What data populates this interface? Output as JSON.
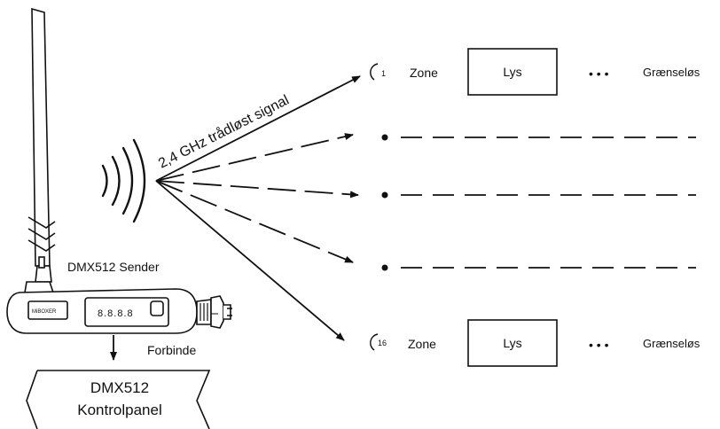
{
  "signal_label": "2,4 GHz trådløst signal",
  "sender_label": "DMX512 Sender",
  "connect_label": "Forbinde",
  "panel": {
    "line1": "DMX512",
    "line2": "Kontrolpanel"
  },
  "display_text": "8.8.8.8",
  "device_brand": "MiBOXER",
  "zones": [
    {
      "number": "1",
      "zone_label": "Zone",
      "box_label": "Lys",
      "dots": "• • •",
      "end_label": "Grænseløs"
    },
    {
      "number": "16",
      "zone_label": "Zone",
      "box_label": "Lys",
      "dots": "• • •",
      "end_label": "Grænseløs"
    }
  ],
  "colors": {
    "line": "#111111",
    "background": "#ffffff"
  }
}
